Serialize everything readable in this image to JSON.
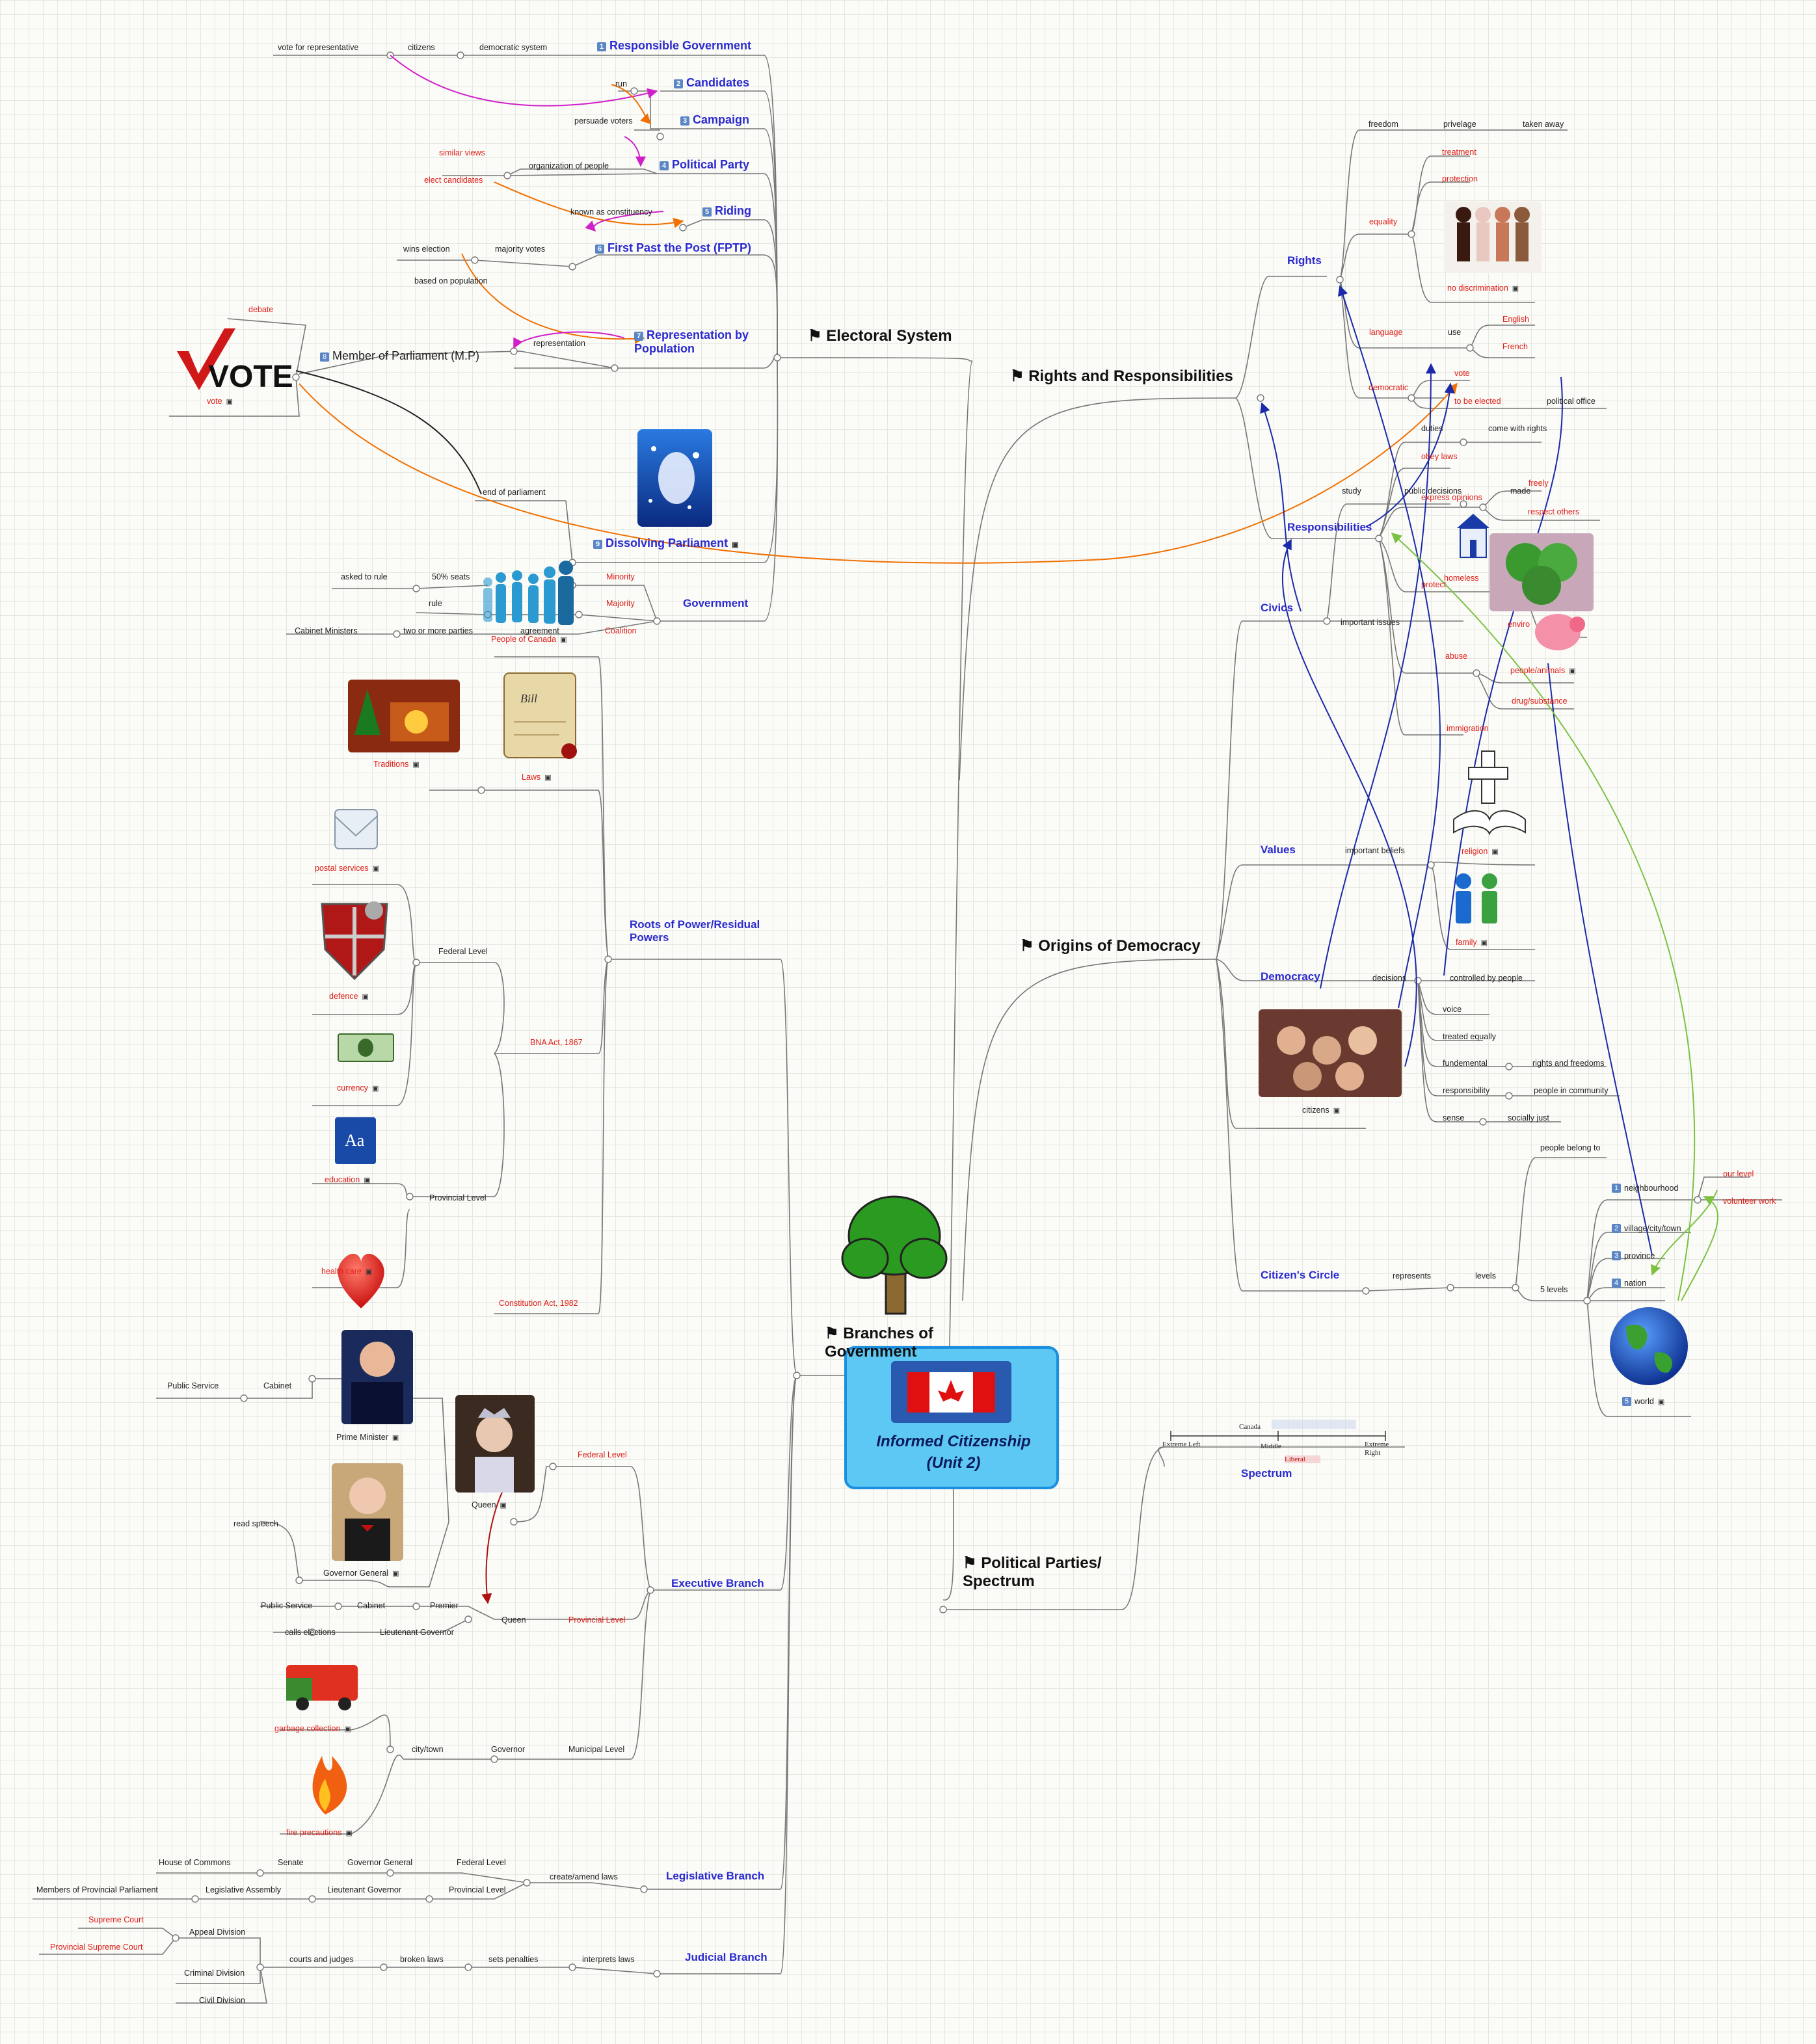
{
  "center": {
    "title": "Informed Citizenship",
    "subtitle": "(Unit 2)"
  },
  "electoral": {
    "title": "Electoral System",
    "items": [
      "Responsible Government",
      "Candidates",
      "Campaign",
      "Political Party",
      "Riding",
      "First Past the Post (FPTP)",
      "Representation by Population",
      "Member of Parliament (M.P)",
      "Dissolving Parliament"
    ],
    "item_numbers": [
      "1",
      "2",
      "3",
      "4",
      "5",
      "6",
      "7",
      "8",
      "9"
    ],
    "vote_for_representative": "vote for representative",
    "citizens": "citizens",
    "democratic_system": "democratic system",
    "run": "run",
    "persuade_voters": "persuade voters",
    "similar_views": "similar views",
    "elect_candidates": "elect candidates",
    "organization_of_people": "organization of people",
    "known_as_constituency": "known as constituency",
    "wins_election": "wins election",
    "majority_votes": "majority votes",
    "based_on_population": "based on population",
    "representation": "representation",
    "debate": "debate",
    "vote": "vote",
    "vote_logo": "VOTE",
    "end_of_parliament": "end of parliament",
    "government": "Government",
    "minority": "Minority",
    "majority": "Majority",
    "coalition": "Coalition",
    "asked_to_rule": "asked to rule",
    "fifty_seats": "50% seats",
    "rule": "rule",
    "cabinet_ministers": "Cabinet Ministers",
    "two_or_more_parties": "two or more parties",
    "agreement": "agreement"
  },
  "branches": {
    "title": "Branches of Government",
    "roots": "Roots of Power/Residual Powers",
    "people_of_canada": "People of Canada",
    "traditions": "Traditions",
    "laws": "Laws",
    "postal_services": "postal services",
    "federal_level": "Federal Level",
    "defence": "defence",
    "currency": "currency",
    "bna_act": "BNA Act, 1867",
    "education": "education",
    "provincial_level": "Provincial Level",
    "health_care": "health care",
    "constitution_act": "Constitution Act, 1982",
    "executive": "Executive Branch",
    "public_service": "Public Service",
    "cabinet": "Cabinet",
    "prime_minister": "Prime Minister",
    "queen": "Queen",
    "exec_federal": "Federal Level",
    "read_speech": "read speech",
    "governor_general": "Governor General",
    "premier": "Premier",
    "calls_elections": "calls elections",
    "lieutenant_governor": "Lieutenant Governor",
    "exec_provincial": "Provincial Level",
    "garbage_collection": "garbage collection",
    "city_town": "city/town",
    "governor": "Governor",
    "municipal_level": "Municipal Level",
    "fire_precautions": "fire precautions",
    "legislative": "Legislative Branch",
    "house_of_commons": "House of Commons",
    "senate": "Senate",
    "leg_federal": "Federal Level",
    "create_amend_laws": "create/amend laws",
    "members_prov_parliament": "Members of Provincial Parliament",
    "legislative_assembly": "Legislative Assembly",
    "leg_provincial": "Provincial Level",
    "judicial": "Judicial Branch",
    "supreme_court": "Supreme Court",
    "appeal_division": "Appeal Division",
    "provincial_supreme_court": "Provincial Supreme Court",
    "courts_and_judges": "courts and judges",
    "broken_laws": "broken laws",
    "sets_penalties": "sets penalties",
    "interprets_laws": "interprets laws",
    "criminal_division": "Criminal Division",
    "civil_division": "Civil Division"
  },
  "rights": {
    "title": "Rights and Responsibilities",
    "rights": "Rights",
    "freedom": "freedom",
    "privelage": "privelage",
    "taken_away": "taken away",
    "treatment": "treatment",
    "protection": "protection",
    "equality": "equality",
    "no_discrimination": "no discrimination",
    "language": "language",
    "use": "use",
    "english": "English",
    "french": "French",
    "vote": "vote",
    "democratic": "democratic",
    "to_be_elected": "to be elected",
    "political_office": "political office",
    "duties": "duties",
    "come_with_rights": "come with rights",
    "obey_laws": "obey laws",
    "study": "study",
    "public_decisions": "public decisions",
    "express_opinions": "express opinions",
    "made": "made",
    "freely": "freely",
    "respect_others": "respect others",
    "responsibilities": "Responsibilities",
    "homeless": "homeless",
    "protect": "protect",
    "enviro": "enviro",
    "abuse": "abuse",
    "people_animals": "people/animals",
    "drug_substance": "drug/substance",
    "immigration": "immigration"
  },
  "origins": {
    "title": "Origins of Democracy",
    "civics": "Civics",
    "important_issues": "important issues",
    "values": "Values",
    "important_beliefs": "important beliefs",
    "religion": "religion",
    "family": "family",
    "democracy": "Democracy",
    "decisions": "decisions",
    "controlled_by_people": "controlled by people",
    "voice": "voice",
    "treated_equally": "treated equally",
    "fundemental": "fundemental",
    "rights_and_freedoms": "rights and freedoms",
    "responsibility": "responsibility",
    "people_in_community": "people in community",
    "sense": "sense",
    "socially_just": "socially just",
    "citizens": "citizens",
    "citizens_circle": "Citizen's Circle",
    "represents": "represents",
    "levels": "levels",
    "five_levels": "5 levels",
    "people_belong_to": "people belong to",
    "neighbourhood": "neighbourhood",
    "our_level": "our level",
    "volunteer_work": "volunteer work",
    "village": "village/city/town",
    "province": "province",
    "nation": "nation",
    "world": "world",
    "level_numbers": [
      "1",
      "2",
      "3",
      "4",
      "5"
    ]
  },
  "parties": {
    "title": "Political Parties/ Spectrum",
    "spectrum": "Spectrum",
    "canada": "Canada",
    "extreme_left": "Extreme Left",
    "middle": "Middle",
    "extreme_right": "Extreme Right",
    "liberal": "Liberal"
  },
  "colors": {
    "topic_blue": "#2a2ad0",
    "red_text": "#e0201a",
    "center_fill": "#5ec8f5",
    "center_border": "#1a8fe0",
    "arrow_orange": "#f07000",
    "arrow_magenta": "#d020c8",
    "arrow_navy": "#1a2aa8",
    "arrow_green": "#7cc242",
    "arrow_darkred": "#b01010"
  }
}
